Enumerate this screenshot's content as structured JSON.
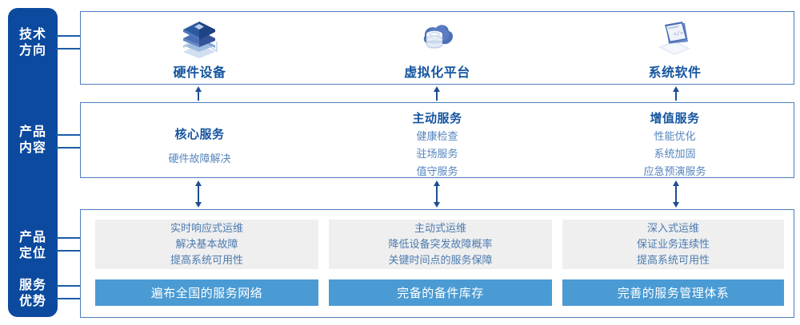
{
  "sidebar": {
    "items": [
      {
        "name": "tech-direction",
        "line1": "技术",
        "line2": "方向"
      },
      {
        "name": "product-content",
        "line1": "产品",
        "line2": "内容"
      },
      {
        "name": "product-positioning",
        "line1": "产品",
        "line2": "定位"
      },
      {
        "name": "service-advantage",
        "line1": "服务",
        "line2": "优势"
      }
    ],
    "color": "#0B4A9E"
  },
  "tech_row": {
    "columns": [
      {
        "icon": "server-stack-icon",
        "label": "硬件设备"
      },
      {
        "icon": "cloud-database-icon",
        "label": "虚拟化平台"
      },
      {
        "icon": "laptop-code-icon",
        "label": "系统软件"
      }
    ]
  },
  "content_row": {
    "columns": [
      {
        "title": "核心服务",
        "items": [
          "硬件故障解决"
        ]
      },
      {
        "title": "主动服务",
        "items": [
          "健康检查",
          "驻场服务",
          "值守服务"
        ]
      },
      {
        "title": "增值服务",
        "items": [
          "性能优化",
          "系统加固",
          "应急预演服务"
        ]
      }
    ]
  },
  "positioning_row": {
    "boxes": [
      {
        "lines": [
          "实时响应式运维",
          "解决基本故障",
          "提高系统可用性"
        ]
      },
      {
        "lines": [
          "主动式运维",
          "降低设备突发故障概率",
          "关键时间点的服务保障"
        ]
      },
      {
        "lines": [
          "深入式运维",
          "保证业务连续性",
          "提高系统可用性"
        ]
      }
    ]
  },
  "advantage_row": {
    "bars": [
      {
        "label": "遍布全国的服务网络"
      },
      {
        "label": "完备的备件库存"
      },
      {
        "label": "完善的服务管理体系"
      }
    ]
  },
  "colors": {
    "sidebar_blue": "#0B4A9E",
    "panel_border": "#4A7EBB",
    "title_blue": "#14559F",
    "sub_blue": "#5585BE",
    "gray_box": "#EFEFEF",
    "bar_blue": "#4A9BD4",
    "arrow_blue": "#1F4E91"
  }
}
